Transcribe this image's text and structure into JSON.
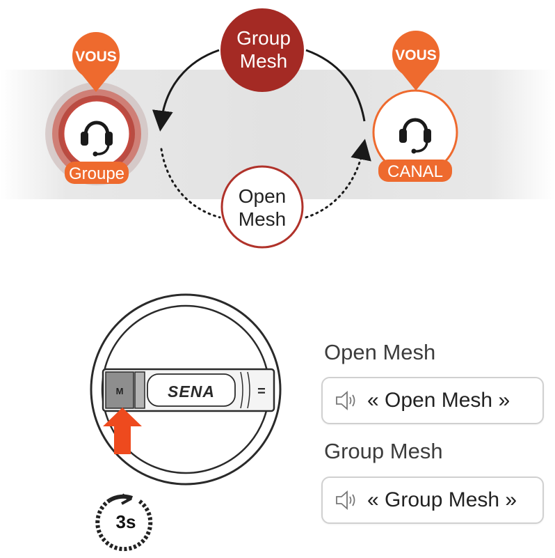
{
  "diagram": {
    "left_node": {
      "pin_label": "VOUS",
      "tag": "Groupe"
    },
    "right_node": {
      "pin_label": "VOUS",
      "tag": "CANAL"
    },
    "top_mode": {
      "line1": "Group",
      "line2": "Mesh"
    },
    "bottom_mode": {
      "line1": "Open",
      "line2": "Mesh"
    }
  },
  "device": {
    "brand": "SENA",
    "mesh_button": "M",
    "menu_button": "=",
    "hold_time": "3s"
  },
  "announcements": [
    {
      "heading": "Open Mesh",
      "prompt": "« Open Mesh »"
    },
    {
      "heading": "Group Mesh",
      "prompt": "« Group Mesh »"
    }
  ],
  "icons": [
    "headset-icon",
    "speaker-icon",
    "arrow-up-icon",
    "timer-icon"
  ],
  "colors": {
    "accent_orange": "#ee6a2e",
    "dark_red": "#a42a24",
    "ring_red": "#c44a40"
  }
}
